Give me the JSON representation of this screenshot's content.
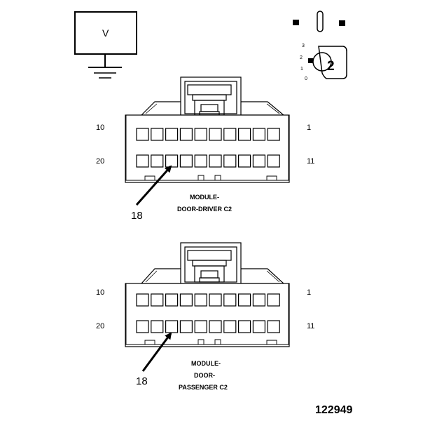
{
  "meter": {
    "label": "V"
  },
  "ignition_switch": {
    "position": "2",
    "scale": [
      "3",
      "2",
      "1",
      "0"
    ]
  },
  "connectors": [
    {
      "pin_top_left": "10",
      "pin_top_right": "1",
      "pin_bottom_left": "20",
      "pin_bottom_right": "11",
      "callout_pin": "18",
      "caption_lines": [
        "MODULE-",
        "DOOR-DRIVER C2"
      ]
    },
    {
      "pin_top_left": "10",
      "pin_top_right": "1",
      "pin_bottom_left": "20",
      "pin_bottom_right": "11",
      "callout_pin": "18",
      "caption_lines": [
        "MODULE-",
        "DOOR-",
        "PASSENGER C2"
      ]
    }
  ],
  "figure_number": "122949"
}
